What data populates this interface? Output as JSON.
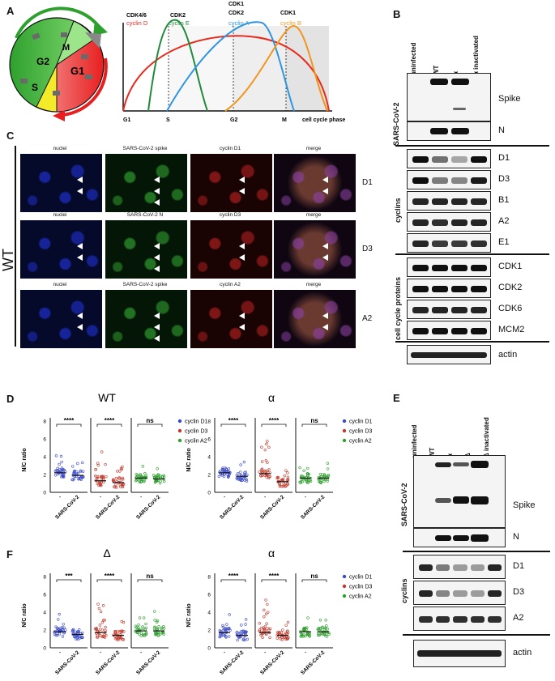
{
  "panels": {
    "A": "A",
    "B": "B",
    "C": "C",
    "D": "D",
    "E": "E",
    "F": "F"
  },
  "panelA": {
    "pie_labels": [
      "G2",
      "M",
      "S",
      "G1"
    ],
    "cdk_top": [
      "CDK4/6",
      "CDK2",
      "CDK1",
      "CDK2",
      "CDK1"
    ],
    "cyclin_names": [
      "cyclin D",
      "cyclin E",
      "cyclin A",
      "cyclin B"
    ],
    "cyclin_colors": [
      "#e8291c",
      "#1f8b3a",
      "#2e96e0",
      "#f0961e"
    ],
    "x_ticks": [
      "G1",
      "S",
      "G2",
      "M"
    ],
    "x_axis_label": "cell cycle phase"
  },
  "panelB": {
    "columns": [
      "uninfected",
      "WT",
      "α",
      "α inactivated"
    ],
    "group_labels": [
      "SARS-CoV-2",
      "cyclins",
      "cell cycle proteins"
    ],
    "virus_bands": [
      "Spike",
      "N"
    ],
    "cyclin_bands": [
      "D1",
      "D3",
      "B1",
      "A2",
      "E1"
    ],
    "cc_bands": [
      "CDK1",
      "CDK2",
      "CDK6",
      "MCM2"
    ],
    "loading": "actin"
  },
  "panelC": {
    "side_label": "WT",
    "rows": [
      {
        "label": "D1",
        "titles": [
          "nuclei",
          "SARS-CoV-2 spike",
          "cyclin D1",
          "merge"
        ]
      },
      {
        "label": "D3",
        "titles": [
          "nuclei",
          "SARS-CoV-2 N",
          "cyclin D3",
          "merge"
        ]
      },
      {
        "label": "A2",
        "titles": [
          "nuclei",
          "SARS-CoV-2 spike",
          "cyclin A2",
          "merge"
        ]
      }
    ]
  },
  "panelE": {
    "columns": [
      "uninfected",
      "WT",
      "α",
      "Δ",
      "Δ inactivated"
    ],
    "group_labels": [
      "SARS-CoV-2",
      "cyclins"
    ],
    "virus_bands": [
      "Spike",
      "N"
    ],
    "cyclin_bands": [
      "D1",
      "D3",
      "A2"
    ],
    "loading": "actin"
  },
  "chart_data": [
    {
      "type": "scatter",
      "panel": "D",
      "title": "WT",
      "ylabel": "N/C ratio",
      "ylim": [
        0,
        8
      ],
      "yticks": [
        0,
        2,
        4,
        6,
        8
      ],
      "x_tick_labels": [
        "-",
        "SARS-CoV-2",
        "-",
        "SARS-CoV-2",
        "-",
        "SARS-CoV-2"
      ],
      "legend": [
        "cyclin D1",
        "cyclin D3",
        "cyclin A2"
      ],
      "significance": [
        "****",
        "****",
        "ns"
      ],
      "medians": [
        2.2,
        1.9,
        1.3,
        1.1,
        1.6,
        1.5
      ]
    },
    {
      "type": "scatter",
      "panel": "D",
      "title": "α",
      "ylabel": "N/C ratio",
      "ylim": [
        0,
        8
      ],
      "yticks": [
        0,
        2,
        4,
        6,
        8
      ],
      "x_tick_labels": [
        "-",
        "SARS-CoV-2",
        "-",
        "SARS-CoV-2",
        "-",
        "SARS-CoV-2"
      ],
      "legend": [
        "cyclin D1",
        "cyclin D3",
        "cyclin A2"
      ],
      "significance": [
        "****",
        "****",
        "ns"
      ],
      "medians": [
        2.2,
        1.8,
        2.1,
        1.2,
        1.6,
        1.6
      ]
    },
    {
      "type": "scatter",
      "panel": "F",
      "title": "Δ",
      "ylabel": "N/C ratio",
      "ylim": [
        0,
        8
      ],
      "yticks": [
        0,
        2,
        4,
        6,
        8
      ],
      "x_tick_labels": [
        "-",
        "SARS-CoV-2",
        "-",
        "SARS-CoV-2",
        "-",
        "SARS-CoV-2"
      ],
      "legend": [],
      "significance": [
        "***",
        "****",
        "ns"
      ],
      "medians": [
        1.8,
        1.5,
        1.7,
        1.4,
        1.9,
        1.9
      ]
    },
    {
      "type": "scatter",
      "panel": "F",
      "title": "α",
      "ylabel": "N/C ratio",
      "ylim": [
        0,
        8
      ],
      "yticks": [
        0,
        2,
        4,
        6,
        8
      ],
      "x_tick_labels": [
        "-",
        "SARS-CoV-2",
        "-",
        "SARS-CoV-2",
        "-",
        "SARS-CoV-2"
      ],
      "legend": [
        "cyclin D1",
        "cyclin D3",
        "cyclin A2"
      ],
      "significance": [
        "****",
        "****",
        "ns"
      ],
      "medians": [
        1.7,
        1.4,
        1.7,
        1.4,
        1.8,
        1.8
      ]
    }
  ]
}
